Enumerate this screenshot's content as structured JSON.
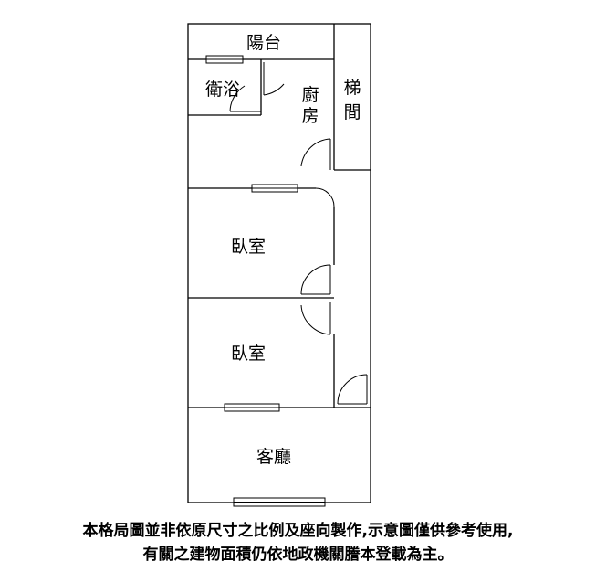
{
  "rooms": {
    "balcony": "陽台",
    "bathroom": "衛浴",
    "kitchen_top": "廚",
    "kitchen_bottom": "房",
    "stairs_top": "梯",
    "stairs_bottom": "間",
    "bedroom_1": "臥室",
    "bedroom_2": "臥室",
    "living_room": "客廳"
  },
  "caption": {
    "line1": "本格局圖並非依原尺寸之比例及座向製作,示意圖僅供參考使用,",
    "line2": "有關之建物面積仍依地政機關謄本登載為主。"
  }
}
